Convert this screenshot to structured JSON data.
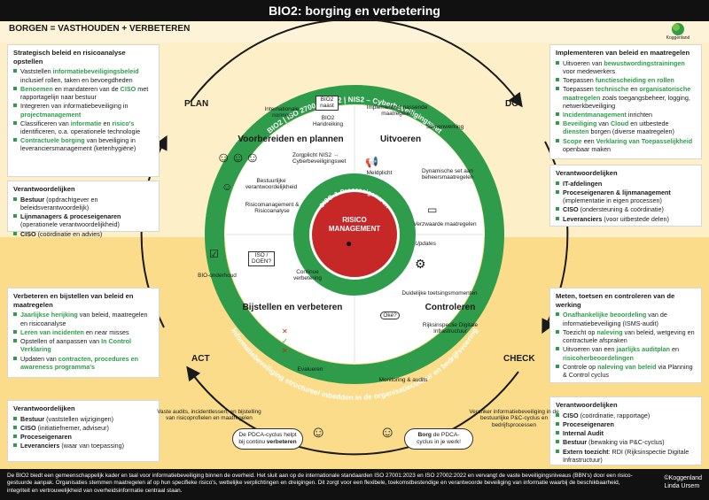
{
  "title": "BIO2: borging en verbetering",
  "subheader": "BORGEN = VASTHOUDEN + VERBETEREN",
  "logo": "Koggenland",
  "phases": {
    "plan": "PLAN",
    "do": "DO",
    "check": "CHECK",
    "act": "ACT"
  },
  "ring_top": "BIO2 | ISO 27001/27002 | NIS2 – Cyberbeveiligingswet",
  "ring_bottom": "Informatiebeveiliging structureel inbedden in de organisatiecultuur en bedrijfsvoering",
  "inner_ring": "CISO & Proceseigenaren",
  "center": "RISICO MANAGEMENT",
  "stages": {
    "plan": "Voorbereiden en plannen",
    "do": "Uitvoeren",
    "act": "Bijstellen en verbeteren",
    "check": "Controleren"
  },
  "labels": {
    "internationale_normen": "Internationale normen",
    "bio2_handreiking": "BIO2 Handreiking",
    "bio2_paper": "BIO2 naast",
    "implementeer": "Implementeer passende maatregelen",
    "samenwerking": "Samenwerking",
    "zorgplicht": "Zorgplicht NIS2 → Cyberbeveiligingswet",
    "meldplicht": "Meldplicht",
    "dynamische_set": "Dynamische set aan beheersmaatregelen",
    "bestuurlijke": "Bestuurlijke verantwoordelijkheid",
    "risicomanagement": "Risicomanagement & Risicoanalyse",
    "verzwaarde": "Verzwaarde maatregelen",
    "bio_onderhoud": "BIO-onderhoud",
    "continue": "Continue verbetering",
    "iso_doen": "ISO / DOEN?",
    "updates": "Updates",
    "toetsingsmomenten": "Duidelijke toetsingsmomenten",
    "oke": "Oké?",
    "rijksinspectie": "Rijksinspectie Digitale Infrastructuur",
    "evalueren": "Evalueren",
    "monitoring": "Monitoring & audits",
    "check_marks": [
      "✕",
      "✓",
      "✕"
    ]
  },
  "panels": {
    "plan": {
      "title": "Strategisch beleid en risicoanalyse opstellen",
      "items": [
        [
          "Vaststellen ",
          "informatiebeveiligingsbeleid",
          " inclusief rollen, taken en bevoegdheden"
        ],
        [
          "",
          "Benoemen",
          " en mandateren van de ",
          "CISO",
          " met rapportagelijn naar bestuur"
        ],
        [
          "Integreren van informatiebeveiliging in ",
          "projectmanagement",
          ""
        ],
        [
          "Classificeren van ",
          "informatie",
          " en ",
          "risico's",
          " identificeren, o.a. operationele technologie"
        ],
        [
          "",
          "Contractuele borging",
          " van beveiliging in leveranciersmanagement (ketenhygiëne)"
        ]
      ]
    },
    "plan_resp": {
      "title": "Verantwoordelijken",
      "items": [
        [
          "Bestuur",
          " (opdrachtgever en beleidsverantwoordelijk)"
        ],
        [
          "Lijnmanagers & proceseigenaren",
          " (operationele verantwoordelijkheid)"
        ],
        [
          "CISO",
          " (coördinatie en advies)"
        ]
      ]
    },
    "do": {
      "title": "Implementeren van beleid en maatregelen",
      "items": [
        [
          "Uitvoeren van ",
          "bewustwordingstrainingen",
          " voor medewerkers"
        ],
        [
          "Toepassen ",
          "functiescheiding en rollen",
          ""
        ],
        [
          "Toepassen ",
          "technische",
          " en ",
          "organisatorische maatregelen",
          " zoals toegangsbeheer, logging, netwerkbeveiliging"
        ],
        [
          "",
          "Incidentmanagement",
          " inrichten"
        ],
        [
          "",
          "Beveiliging",
          " van ",
          "Cloud",
          " en uitbestede ",
          "diensten",
          " borgen (diverse maatregelen)"
        ],
        [
          "",
          "Scope",
          " een ",
          "Verklaring van Toepasselijkheid",
          " openbaar maken"
        ]
      ]
    },
    "do_resp": {
      "title": "Verantwoordelijken",
      "items": [
        [
          "IT-afdelingen",
          ""
        ],
        [
          "Proceseigenaren & lijnmanagement",
          " (implementatie in eigen processen)"
        ],
        [
          "CISO",
          " (ondersteuning & coördinatie)"
        ],
        [
          "Leveranciers",
          " (voor uitbestede delen)"
        ]
      ]
    },
    "act": {
      "title": "Verbeteren en bijstellen van beleid en maatregelen",
      "items": [
        [
          "",
          "Jaarlijkse herijking",
          " van beleid, maatregelen en risicoanalyse"
        ],
        [
          "",
          "Leren van incidenten",
          " en near misses"
        ],
        [
          "Opstellen of aanpassen van ",
          "In Control Verklaring",
          ""
        ],
        [
          "Updaten van ",
          "contracten, procedures en awareness programma's",
          ""
        ]
      ]
    },
    "act_resp": {
      "title": "Verantwoordelijken",
      "items": [
        [
          "Bestuur",
          " (vaststellen wijzigingen)"
        ],
        [
          "CISO",
          " (initiatiefnemer, adviseur)"
        ],
        [
          "Proceseigenaren",
          ""
        ],
        [
          "Leveranciers",
          " (waar van toepassing)"
        ]
      ]
    },
    "check": {
      "title": "Meten, toetsen en controleren van de werking",
      "items": [
        [
          "",
          "Onafhankelijke beoordeling",
          " van de informatiebeveiliging (ISMS-audit)"
        ],
        [
          "Toezicht op ",
          "naleving",
          " van beleid, wetgeving en contractuele afspraken"
        ],
        [
          "Uitvoeren van een ",
          "jaarlijks auditplan",
          " en ",
          "risicoherbeoordelingen",
          ""
        ],
        [
          "Controle op ",
          "naleving van beleid",
          " via Planning & Control cyclus"
        ]
      ]
    },
    "check_resp": {
      "title": "Verantwoordelijken",
      "items": [
        [
          "CISO",
          " (coördinatie, rapportage)"
        ],
        [
          "Proceseigenaren",
          ""
        ],
        [
          "Internal Audit",
          ""
        ],
        [
          "Bestuur",
          " (bewaking via P&C-cyclus)"
        ],
        [
          "Extern toezicht",
          ": RDI (Rijksinspectie Digitale Infrastructuur)"
        ]
      ]
    }
  },
  "bottom": {
    "left_note": "Vaste audits, incidentlessen, en bijstelling van risicoprofielen en maatregelen",
    "right_note": "Veranker informatiebeveiliging in de bestuurlijke P&C-cyclus en bedrijfsprocessen",
    "bubble_left_pre": "De PDCA-cyclus helpt bij continu ",
    "bubble_left_bold": "verbeteren",
    "bubble_right_bold": "Borg",
    "bubble_right_post": " de PDCA-cyclus in je werk!"
  },
  "footer": {
    "text": "De BIO2 biedt een gemeenschappelijk kader en taal voor informatiebeveiliging binnen de overheid. Het sluit aan op de internationale standaarden ISO 27001:2023 en ISO 27002:2022 en vervangt de vaste beveiligingsniveaus (BBN's) door een risico-gestuurde aanpak. Organisaties stemmen maatregelen af op hun specifieke risico's, wettelijke verplichtingen en dreigingen. Dit zorgt voor een flexibele, toekomstbestendige en verantwoorde beveiliging van informatie waarbij de beschikbaarheid, integriteit en vertrouwelijkheid van overheidsinformatie centraal staan.",
    "copyright": "©Koggenland",
    "author": "Linda Ursem"
  },
  "colors": {
    "green": "#2e9c4a",
    "red": "#c62828",
    "dark": "#111111",
    "yellow": "#f7c94a"
  }
}
